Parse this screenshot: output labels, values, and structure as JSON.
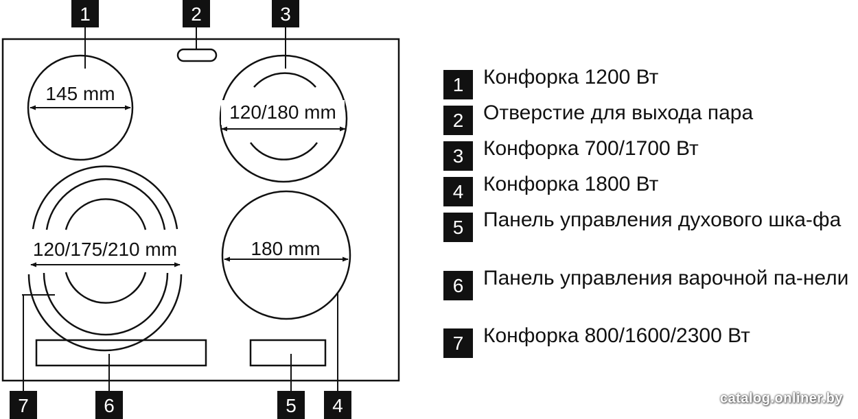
{
  "diagram": {
    "callouts": [
      "1",
      "2",
      "3",
      "4",
      "5",
      "6",
      "7"
    ],
    "dimensions": {
      "burner1": "145 mm",
      "burner3": "120/180 mm",
      "burner7": "120/175/210 mm",
      "burner4": "180 mm"
    }
  },
  "legend": [
    {
      "num": "1",
      "text": "Конфорка 1200 Вт"
    },
    {
      "num": "2",
      "text": "Отверстие для выхода пара"
    },
    {
      "num": "3",
      "text": "Конфорка 700/1700 Вт"
    },
    {
      "num": "4",
      "text": "Конфорка 1800 Вт"
    },
    {
      "num": "5",
      "text": "Панель управления духового шка-фа"
    },
    {
      "num": "6",
      "text": "Панель управления варочной па-нели"
    },
    {
      "num": "7",
      "text": "Конфорка 800/1600/2300 Вт"
    }
  ],
  "watermark": "catalog.onliner.by",
  "colors": {
    "line": "#111111",
    "badge": "#111111",
    "badge_text": "#ffffff"
  }
}
